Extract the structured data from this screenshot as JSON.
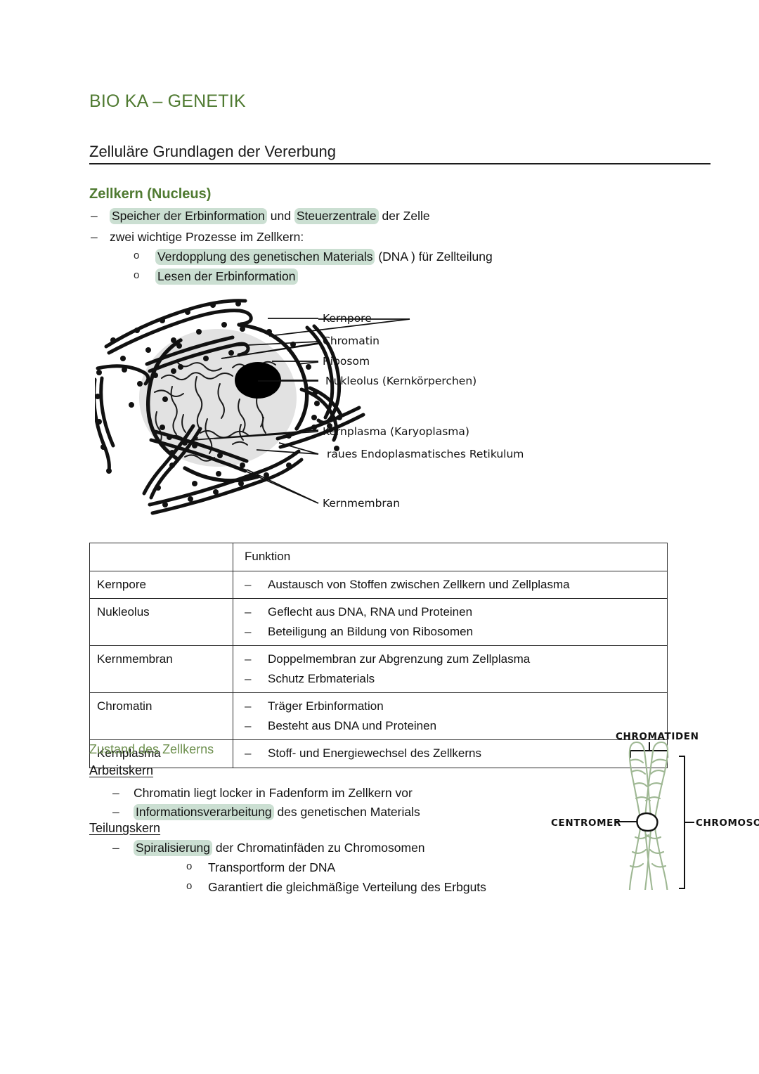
{
  "document": {
    "title": "BIO KA – GENETIK",
    "section_heading": "Zelluläre Grundlagen der Vererbung",
    "subsection_heading": "Zellkern (Nucleus)"
  },
  "colors": {
    "heading_green": "#4f7a31",
    "soft_green": "#6f9150",
    "highlight_green": "#cbdfd2",
    "chromosome_outline": "#9fb894",
    "nucleus_fill": "#e2e2e2",
    "ink": "#131313"
  },
  "intro_bullets": [
    {
      "marker": "–",
      "level": 1,
      "segments": [
        {
          "text": "Speicher der Erbinformation",
          "highlight": true
        },
        {
          "text": " und ",
          "highlight": false
        },
        {
          "text": "Steuerzentrale",
          "highlight": true
        },
        {
          "text": " der Zelle",
          "highlight": false
        }
      ],
      "plain": "Speicher der Erbinformation und Steuerzentrale der Zelle"
    },
    {
      "marker": "–",
      "level": 1,
      "segments": [
        {
          "text": "zwei wichtige Prozesse im Zellkern:",
          "highlight": false
        }
      ],
      "plain": "zwei wichtige Prozesse im Zellkern:"
    },
    {
      "marker": "o",
      "level": 2,
      "segments": [
        {
          "text": "Verdopplung des genetischen Materials",
          "highlight": true
        },
        {
          "text": " (DNA   ) für Zellteilung",
          "highlight": false
        }
      ],
      "plain": "Verdopplung des genetischen Materials (DNA   ) für Zellteilung"
    },
    {
      "marker": "o",
      "level": 2,
      "segments": [
        {
          "text": "Lesen der Erbinformation",
          "highlight": true
        }
      ],
      "plain": "Lesen der Erbinformation"
    }
  ],
  "nucleus_diagram": {
    "name": "zellkern-schema",
    "labels": [
      "Kernpore",
      "Chromatin",
      "Ribosom",
      "Nukleolus (Kernkörperchen)",
      "Kernplasma (Karyoplasma)",
      "raues Endoplasmatisches Retikulum",
      "Kernmembran"
    ]
  },
  "table": {
    "header": {
      "col1": "",
      "col2": "Funktion"
    },
    "rows": [
      {
        "label": "Kernpore",
        "items": [
          "Austausch von Stoffen zwischen Zellkern und Zellplasma"
        ]
      },
      {
        "label": "Nukleolus",
        "items": [
          "Geflecht aus DNA, RNA und Proteinen",
          "Beteiligung an Bildung von Ribosomen"
        ]
      },
      {
        "label": "Kernmembran",
        "items": [
          "Doppelmembran zur Abgrenzung zum Zellplasma",
          "Schutz Erbmaterials"
        ]
      },
      {
        "label": "Chromatin",
        "items": [
          "Träger Erbinformation",
          "Besteht aus DNA und Proteinen"
        ]
      },
      {
        "label": "Kernplasma",
        "items": [
          "Stoff- und Energiewechsel des Zellkerns"
        ]
      }
    ]
  },
  "zustand": {
    "title": "Zustand des Zellkerns",
    "groups": [
      {
        "heading": "Arbeitskern",
        "bullets": [
          {
            "marker": "–",
            "level": 1,
            "segments": [
              {
                "text": "Chromatin liegt locker in Fadenform im Zellkern vor",
                "highlight": false
              }
            ],
            "plain": "Chromatin liegt locker in Fadenform im Zellkern vor"
          },
          {
            "marker": "–",
            "level": 1,
            "segments": [
              {
                "text": "Informationsverarbeitung",
                "highlight": true
              },
              {
                "text": " des genetischen Materials",
                "highlight": false
              }
            ],
            "plain": "Informationsverarbeitung des genetischen Materials"
          }
        ]
      },
      {
        "heading": "Teilungskern",
        "bullets": [
          {
            "marker": "–",
            "level": 1,
            "segments": [
              {
                "text": "Spiralisierung",
                "highlight": true
              },
              {
                "text": " der Chromatinfäden zu Chromosomen",
                "highlight": false
              }
            ],
            "plain": "Spiralisierung der Chromatinfäden zu Chromosomen"
          },
          {
            "marker": "o",
            "level": 2,
            "segments": [
              {
                "text": "Transportform der DNA",
                "highlight": false
              }
            ],
            "plain": "Transportform der DNA"
          },
          {
            "marker": "o",
            "level": 2,
            "segments": [
              {
                "text": "Garantiert die gleichmäßige Verteilung des Erbguts",
                "highlight": false
              }
            ],
            "plain": "Garantiert die gleichmäßige Verteilung des Erbguts"
          }
        ]
      }
    ]
  },
  "chromosome_diagram": {
    "name": "chromosom-schema",
    "labels": {
      "top": "CHROMATIDEN",
      "left": "CENTROMER",
      "right": "CHROMOSOM"
    }
  }
}
